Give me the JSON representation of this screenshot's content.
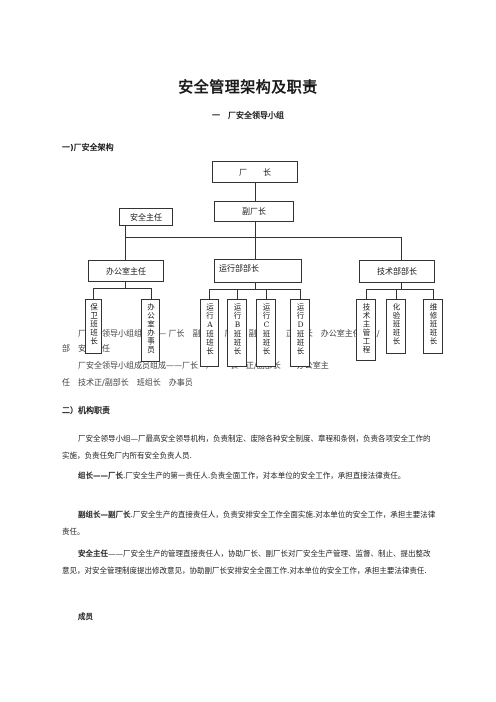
{
  "title": "安全管理架构及职责",
  "section1": {
    "heading": "一　厂安全领导小组"
  },
  "subsection1": "一)厂安全架构",
  "org": {
    "factory_director": "厂　　长",
    "deputy_director": "副厂长",
    "safety_director": "安全主任",
    "office_director": "办公室主任",
    "operations_head": "运行部部长",
    "tech_head": "技术部部长",
    "teams": [
      "保卫班班长",
      "办公室办事员",
      "运行A班班长",
      "运行B班班长",
      "运行C班班长",
      "运行D班班长",
      "技术主管工程",
      "化验班班长",
      "维修班班长"
    ]
  },
  "background_text": {
    "line1": "厂安全领导小组组长—— 厂长　副组长　厂长　副厂长",
    "line1b": "正/　长　办公室主任　正/　",
    "line2": "部　安全主任",
    "line3": "厂安全领导小组成员组成——厂长　厂　　长　正/副部长　　办公室主",
    "line4": "任　技术正/副部长　班组长　办事员"
  },
  "section2": {
    "heading": "二）机构职责",
    "intro": "厂安全领导小组—厂最高安全领导机构，负责制定、废除各种安全制度、章程和条例，负责各项安全工作的实施，负责任免厂内所有安全负责人员.",
    "leader_label": "组长——厂长",
    "leader_text": ".厂安全生产的第一责任人.负责全面工作，对本单位的安全工作，承担直接法律责任。",
    "deputy_label": "副组长—副厂长",
    "deputy_text": ".厂安全生产的直接责任人，负责安排安全工作全面实施.对本单位的安全工作，承担主要法律责任。",
    "safety_label": "安全主任",
    "safety_text": "——厂安全生产的管理直接责任人，协助厂长、副厂长对厂安全生产管理、监督、制止、提出整改意见，对安全管理制度提出修改意见，协助副厂长安排安全全面工作.对本单位的安全工作，承担主要法律责任.",
    "members_label": "成员"
  }
}
